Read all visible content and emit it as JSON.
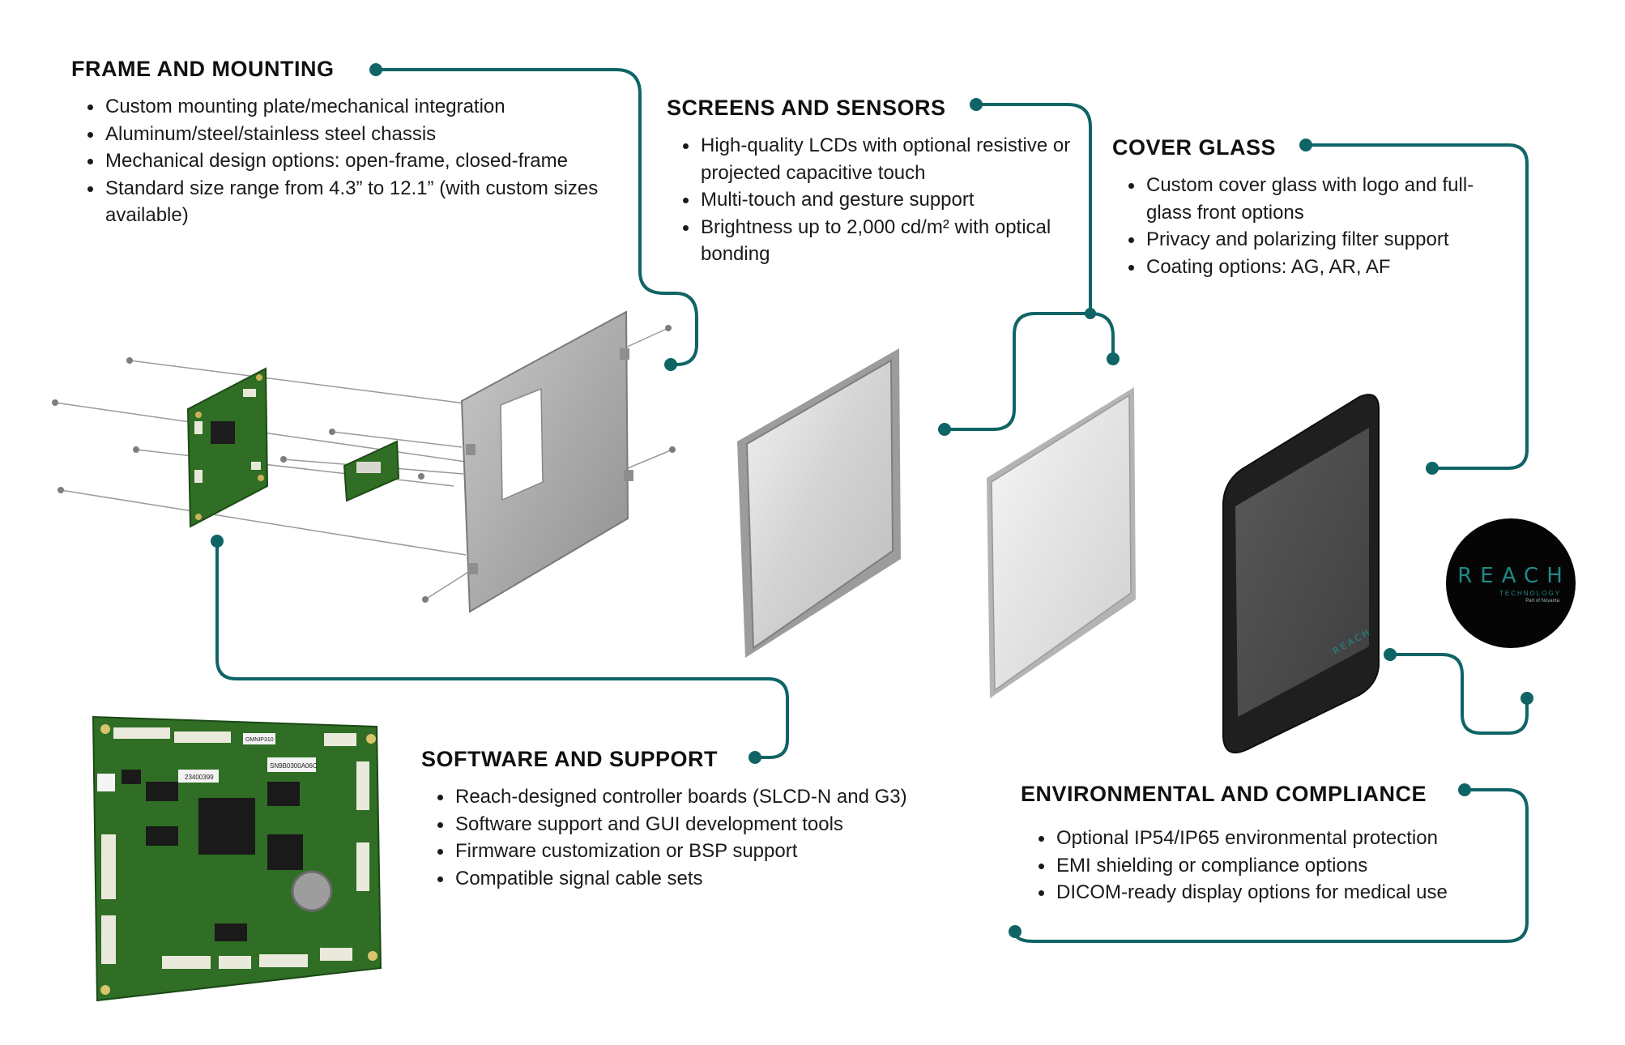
{
  "colors": {
    "accent": "#0f6466",
    "text": "#111111",
    "pcb_green": "#2f6e24",
    "plate": "#a9a9a9",
    "bezel": "#2b2b2b"
  },
  "frame": {
    "title": "FRAME AND MOUNTING",
    "items": [
      "Custom mounting plate/mechanical integration",
      "Aluminum/steel/stainless steel chassis",
      "Mechanical design options: open-frame, closed-frame",
      "Standard size range from 4.3” to 12.1” (with custom sizes available)"
    ]
  },
  "screens": {
    "title": "SCREENS AND SENSORS",
    "items": [
      "High-quality LCDs with optional resistive or projected capacitive touch",
      "Multi-touch and gesture support",
      "Brightness up to 2,000 cd/m² with optical bonding"
    ]
  },
  "cover": {
    "title": "COVER GLASS",
    "items": [
      "Custom cover glass with logo and full-glass front options",
      "Privacy and polarizing filter support",
      "Coating options: AG, AR, AF"
    ]
  },
  "software": {
    "title": "SOFTWARE AND SUPPORT",
    "items": [
      "Reach-designed controller boards (SLCD-N and G3)",
      "Software support and GUI development tools",
      "Firmware customization or BSP support",
      "Compatible signal cable sets"
    ]
  },
  "environment": {
    "title": "ENVIRONMENTAL AND COMPLIANCE",
    "items": [
      "Optional IP54/IP65 environmental protection",
      "EMI shielding or compliance options",
      "DICOM-ready display options for medical use"
    ]
  },
  "logo": {
    "word": "REACH",
    "sub": "TECHNOLOGY",
    "sub2": "Part of Novanta"
  },
  "board_text": {
    "label1": "23400399",
    "label2": "SN9B0300A06C",
    "label3": "OMNIP310"
  },
  "bezel_text": "REACH"
}
